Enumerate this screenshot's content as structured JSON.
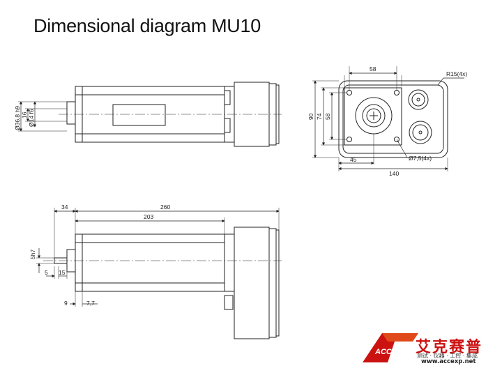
{
  "title": "Dimensional diagram MU10",
  "side_view": {
    "dims": [
      "Ø36,8 h9",
      "16",
      "Ø14 f6"
    ]
  },
  "front_view": {
    "dims": [
      "58",
      "R15(4x)",
      "90",
      "74",
      "58",
      "45",
      "140",
      "Ø7,5(4x)"
    ]
  },
  "bottom_view": {
    "dims": [
      "34",
      "260",
      "203",
      "5h7",
      "5",
      "15",
      "9",
      "7,7"
    ]
  },
  "watermark": {
    "brand_cn": "艾克赛普",
    "tagline_cn": "测试 · 仪器 · 工控 · 集成",
    "url": "www.accexp.net",
    "logo_text": "ACCEXP"
  }
}
